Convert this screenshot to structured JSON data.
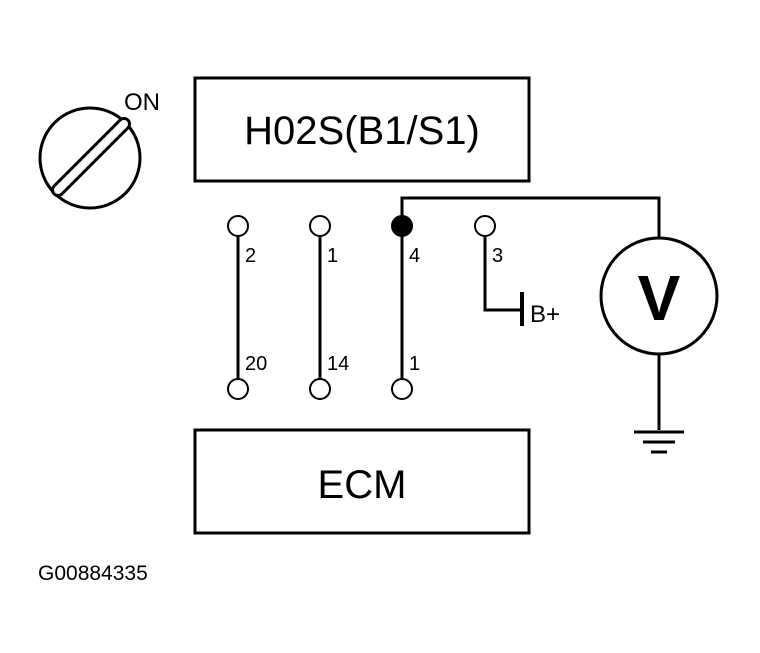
{
  "ignition": {
    "label": "ON"
  },
  "sensor": {
    "label": "H02S(B1/S1)"
  },
  "ecm": {
    "label": "ECM"
  },
  "connector_pins": {
    "sensor_side": [
      "2",
      "1",
      "4",
      "3"
    ],
    "ecm_side": [
      "20",
      "14",
      "1"
    ]
  },
  "supply": {
    "label": "B+"
  },
  "meter": {
    "label": "V"
  },
  "figure_code": "G00884335"
}
